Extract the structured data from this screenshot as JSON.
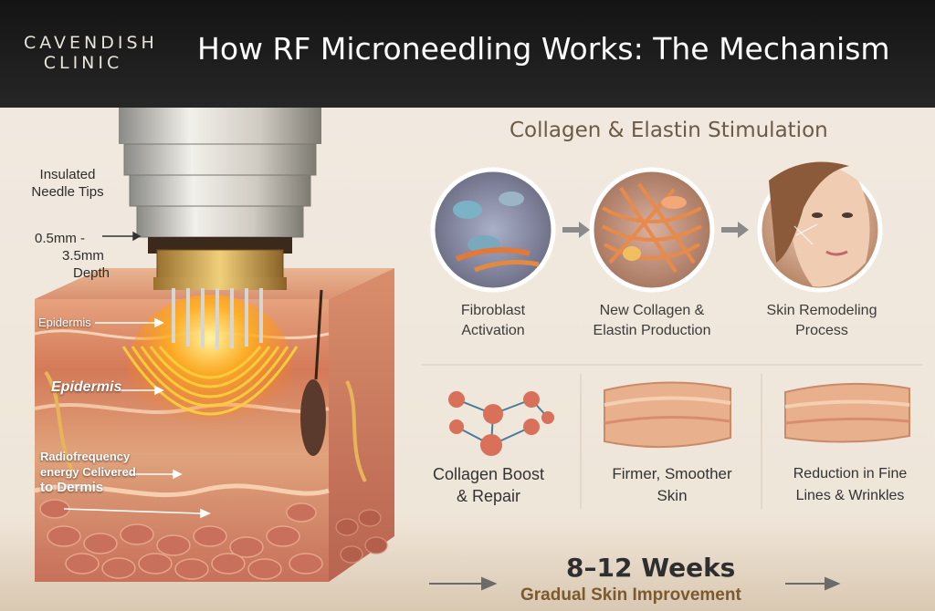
{
  "header": {
    "brand_line1": "CAVENDISH",
    "brand_line2": "CLINIC",
    "title": "How RF Microneedling Works: The Mechanism"
  },
  "diagram": {
    "needle_label_1": "Insulated",
    "needle_label_2": "Needle Tips",
    "depth_label_1": "0.5mm -",
    "depth_label_2": "3.5mm",
    "depth_label_3": "Depth",
    "epidermis_label": "Epidermis",
    "epidermis_label_2": "Epidermis",
    "rf_label_1": "Radiofrequency",
    "rf_label_2": "energy Celivered",
    "rf_label_3": "to Dermis"
  },
  "stimulation": {
    "title": "Collagen & Elastin Stimulation",
    "steps": [
      {
        "line1": "Fibroblast",
        "line2": "Activation"
      },
      {
        "line1": "New Collagen &",
        "line2": "Elastin Production"
      },
      {
        "line1": "Skin Remodeling",
        "line2": "Process"
      }
    ]
  },
  "benefits": [
    {
      "line1": "Collagen Boost",
      "line2": "& Repair"
    },
    {
      "line1": "Firmer, Smoother",
      "line2": "Skin"
    },
    {
      "line1": "Reduction in Fine",
      "line2": "Lines & Wrinkles"
    }
  ],
  "timeline": {
    "weeks": "8–12 Weeks",
    "subtitle": "Gradual Skin Improvement"
  },
  "colors": {
    "header_bg": "#1c1c1c",
    "accent_gold": "#7a5a2e",
    "skin": "#d9896a",
    "rf_glow": "#ffb020"
  }
}
